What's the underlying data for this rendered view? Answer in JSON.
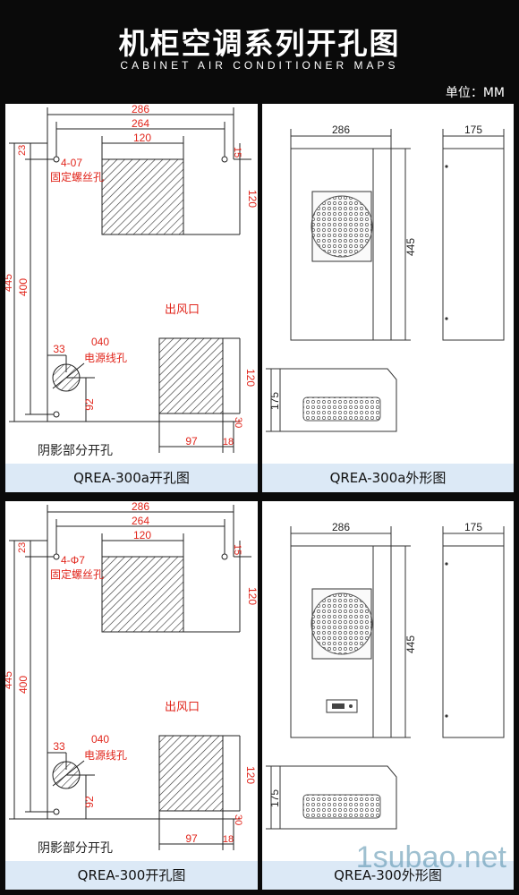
{
  "header": {
    "title_cn": "机柜空调系列开孔图",
    "title_en": "CABINET AIR CONDITIONER MAPS",
    "unit": "单位：MM"
  },
  "colors": {
    "dimension": "#e1261c",
    "caption_bg": "#dce9f6",
    "background": "#0a0a0a"
  },
  "panels": {
    "cutout_a": {
      "caption": "QREA-300a开孔图",
      "dims": {
        "d286": "286",
        "d264": "264",
        "d120": "120",
        "d23": "23",
        "d15": "15",
        "d120v": "120",
        "d445": "445",
        "d400": "400",
        "d33": "33",
        "d92": "92",
        "d120b": "120",
        "d30": "30",
        "d97": "97",
        "d18": "18"
      },
      "labels": {
        "screw": "4-07",
        "screw2": "固定螺丝孔",
        "outlet": "出风口",
        "power_d": "040",
        "power": "电源线孔",
        "shade": "阴影部分开孔"
      }
    },
    "outline_a": {
      "caption": "QREA-300a外形图",
      "dims": {
        "width": "286",
        "depth": "175",
        "height": "445",
        "depth_v": "175"
      }
    },
    "cutout_b": {
      "caption": "QREA-300开孔图",
      "dims": {
        "d286": "286",
        "d264": "264",
        "d120": "120",
        "d23": "23",
        "d15": "15",
        "d120v": "120",
        "d445": "445",
        "d400": "400",
        "d33": "33",
        "d92": "92",
        "d120b": "120",
        "d30": "30",
        "d97": "97",
        "d18": "18"
      },
      "labels": {
        "screw": "4-Φ7",
        "screw2": "固定螺丝孔",
        "outlet": "出风口",
        "power_d": "040",
        "power": "电源线孔",
        "shade": "阴影部分开孔"
      }
    },
    "outline_b": {
      "caption": "QREA-300外形图",
      "dims": {
        "width": "286",
        "depth": "175",
        "height": "445",
        "depth_v": "175"
      }
    }
  },
  "watermark": "1subao.net"
}
